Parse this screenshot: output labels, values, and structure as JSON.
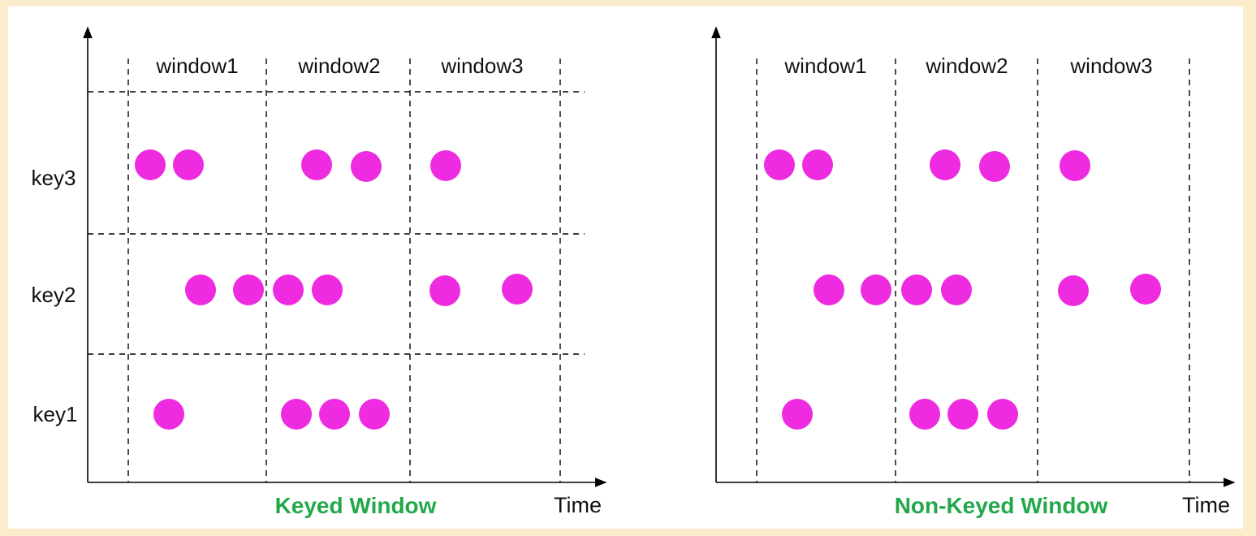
{
  "colors": {
    "dot": "#ee2be0",
    "title": "#22a84a",
    "background": "#fbeccc"
  },
  "left_panel": {
    "title": "Keyed Window",
    "time_label": "Time",
    "windows": [
      "window1",
      "window2",
      "window3"
    ],
    "keys": [
      "key3",
      "key2",
      "key1"
    ]
  },
  "right_panel": {
    "title": "Non-Keyed Window",
    "time_label": "Time",
    "windows": [
      "window1",
      "window2",
      "window3"
    ]
  }
}
